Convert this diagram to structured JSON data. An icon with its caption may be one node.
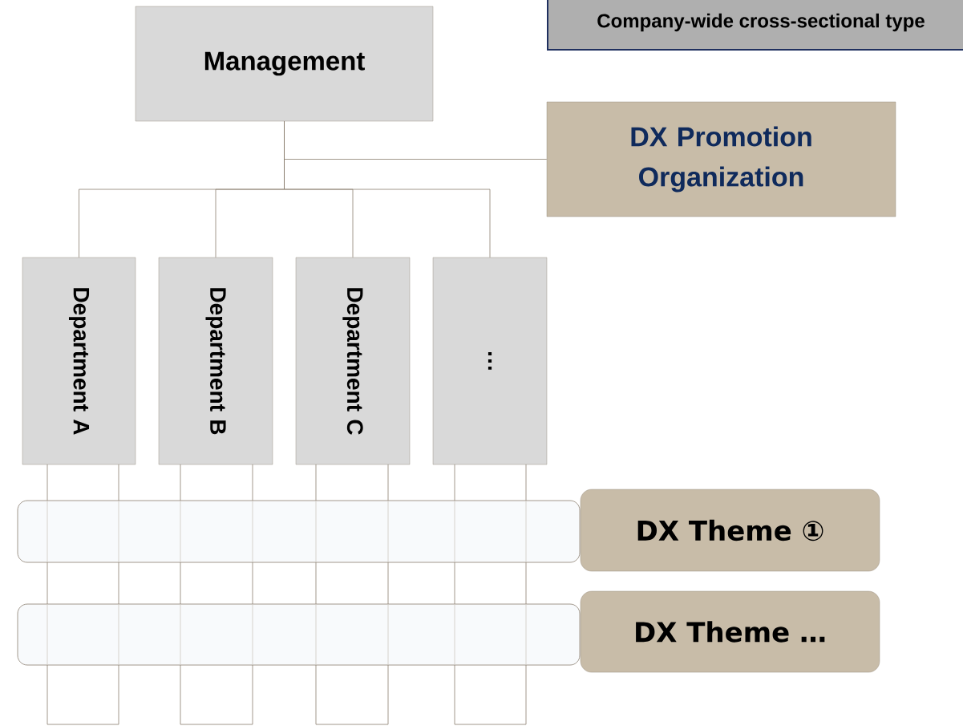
{
  "diagram": {
    "nodes": [
      {
        "text": [
          "Company-wide cross-sectional type"
        ]
      },
      {
        "text": [
          "Management"
        ]
      },
      {
        "text": [
          "DX Promotion Organization"
        ]
      },
      {
        "text": [
          "Department A"
        ]
      },
      {
        "text": [
          "Department B"
        ]
      },
      {
        "text": [
          "Department C"
        ]
      },
      {
        "text": [
          "…"
        ]
      },
      {
        "text": [
          "DX Theme ①"
        ]
      },
      {
        "text": [
          "DX Theme …"
        ]
      }
    ],
    "edges": [
      {
        "from": 1,
        "to": 2,
        "arrow": "none"
      },
      {
        "from": 1,
        "to": 3,
        "arrow": "none"
      },
      {
        "from": 1,
        "to": 4,
        "arrow": "none"
      },
      {
        "from": 1,
        "to": 5,
        "arrow": "none"
      },
      {
        "from": 1,
        "to": 6,
        "arrow": "none"
      }
    ]
  }
}
